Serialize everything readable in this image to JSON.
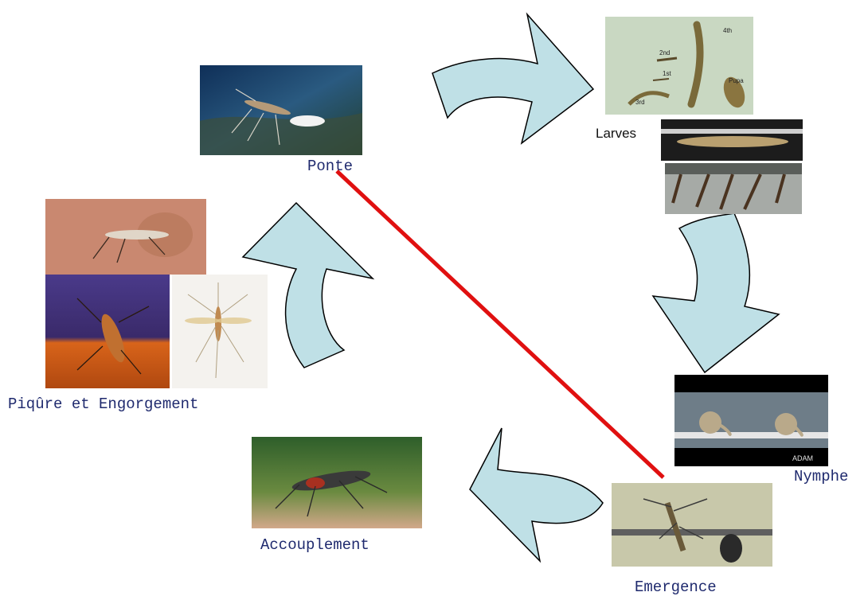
{
  "labels": {
    "ponte": "Ponte",
    "larves": "Larves",
    "nymphe": "Nymphe",
    "emergence": "Emergence",
    "accouplement": "Accouplement",
    "piqure": "Piqûre et Engorgement"
  },
  "photo_annotations": {
    "larvae_stages": [
      "4th",
      "2nd",
      "1st",
      "Pupa",
      "3rd"
    ],
    "nymph_watermark": "ADAM"
  },
  "colors": {
    "arrow_fill": "#bfe0e6",
    "arrow_stroke": "#000000",
    "red_line": "#e01010",
    "label_text": "#1f2a6e"
  }
}
